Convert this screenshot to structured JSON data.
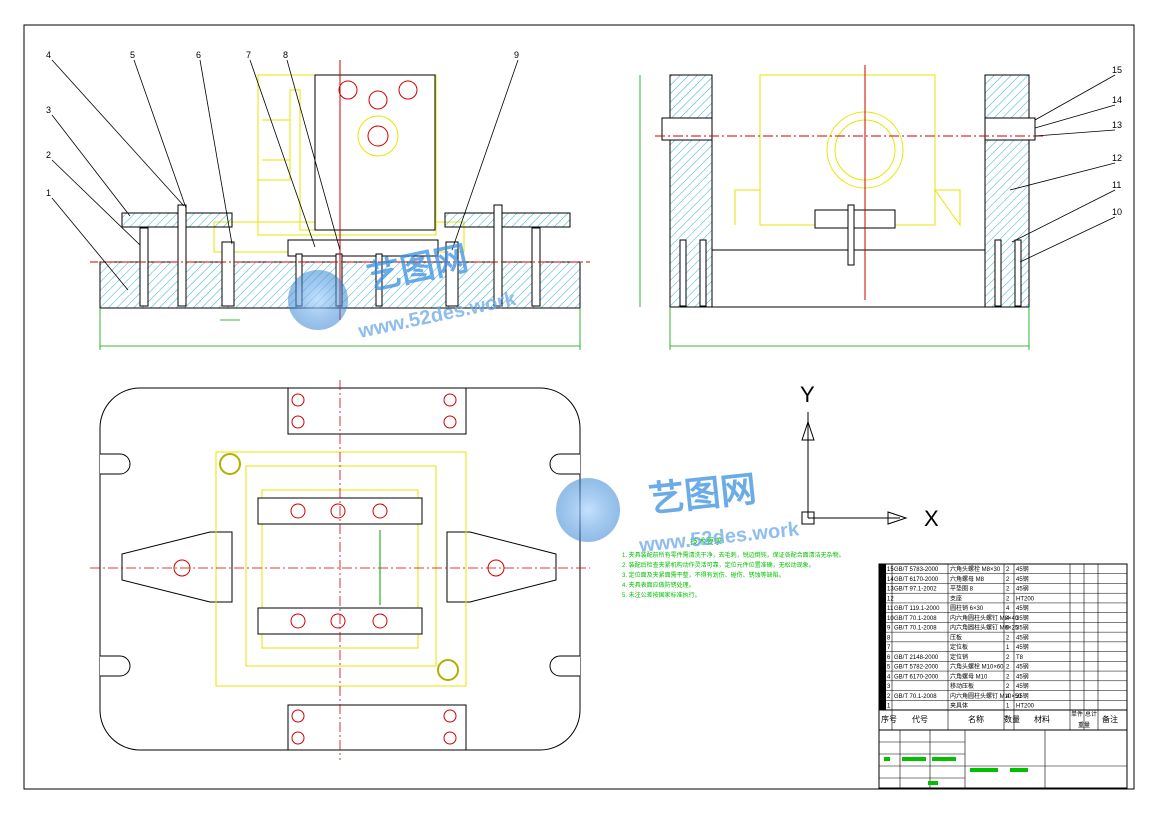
{
  "drawing": {
    "title_notes": "技术要求",
    "notes_lines": [
      "1. 夹具装配前所有零件需清洗干净，去毛刺，锐边倒钝，保证各配合面清洁无杂物。",
      "2. 装配后检查夹紧机构动作灵活可靠，定位元件位置准确，无松动现象。",
      "3. 定位面及夹紧面需平整，不得有划伤、碰伤、锈蚀等缺陷。",
      "4. 夹具表面应做防锈处理。",
      "5. 未注公差按国家标准执行。"
    ],
    "axes": {
      "y": "Y",
      "x": "X"
    },
    "callouts_front": [
      "1",
      "2",
      "3",
      "4",
      "5",
      "6",
      "7",
      "8",
      "9"
    ],
    "callouts_side": [
      "10",
      "11",
      "12",
      "13",
      "14",
      "15"
    ],
    "watermark": {
      "cn": "艺图网",
      "url": "www.52des.work"
    },
    "bom_header": {
      "seq": "序号",
      "code": "代号",
      "name": "名称",
      "qty": "数量",
      "material": "材料",
      "unit": "单件",
      "total": "总计",
      "weight": "重量",
      "remark": "备注"
    },
    "bom_rows": [
      {
        "seq": "15",
        "code": "GB/T 5783-2000",
        "name": "六角头螺栓 M8×30",
        "qty": "2",
        "material": "45钢",
        "remark": ""
      },
      {
        "seq": "14",
        "code": "GB/T 6170-2000",
        "name": "六角螺母 M8",
        "qty": "2",
        "material": "45钢",
        "remark": ""
      },
      {
        "seq": "13",
        "code": "GB/T 97.1-2002",
        "name": "平垫圈 8",
        "qty": "2",
        "material": "45钢",
        "remark": ""
      },
      {
        "seq": "12",
        "code": "",
        "name": "支座",
        "qty": "2",
        "material": "HT200",
        "remark": ""
      },
      {
        "seq": "11",
        "code": "GB/T 119.1-2000",
        "name": "圆柱销 6×30",
        "qty": "4",
        "material": "45钢",
        "remark": ""
      },
      {
        "seq": "10",
        "code": "GB/T 70.1-2008",
        "name": "内六角圆柱头螺钉 M8×40",
        "qty": "4",
        "material": "35钢",
        "remark": ""
      },
      {
        "seq": "9",
        "code": "GB/T 70.1-2008",
        "name": "内六角圆柱头螺钉 M6×25",
        "qty": "6",
        "material": "35钢",
        "remark": ""
      },
      {
        "seq": "8",
        "code": "",
        "name": "压板",
        "qty": "2",
        "material": "45钢",
        "remark": ""
      },
      {
        "seq": "7",
        "code": "",
        "name": "定位板",
        "qty": "1",
        "material": "45钢",
        "remark": ""
      },
      {
        "seq": "6",
        "code": "GB/T 2148-2000",
        "name": "定位销",
        "qty": "2",
        "material": "T8",
        "remark": ""
      },
      {
        "seq": "5",
        "code": "GB/T 5782-2000",
        "name": "六角头螺栓 M10×60",
        "qty": "2",
        "material": "45钢",
        "remark": ""
      },
      {
        "seq": "4",
        "code": "GB/T 6170-2000",
        "name": "六角螺母 M10",
        "qty": "2",
        "material": "45钢",
        "remark": ""
      },
      {
        "seq": "3",
        "code": "",
        "name": "移动压板",
        "qty": "2",
        "material": "45钢",
        "remark": ""
      },
      {
        "seq": "2",
        "code": "GB/T 70.1-2008",
        "name": "内六角圆柱头螺钉 M10×50",
        "qty": "4",
        "material": "35钢",
        "remark": ""
      },
      {
        "seq": "1",
        "code": "",
        "name": "夹具体",
        "qty": "1",
        "material": "HT200",
        "remark": ""
      }
    ]
  }
}
